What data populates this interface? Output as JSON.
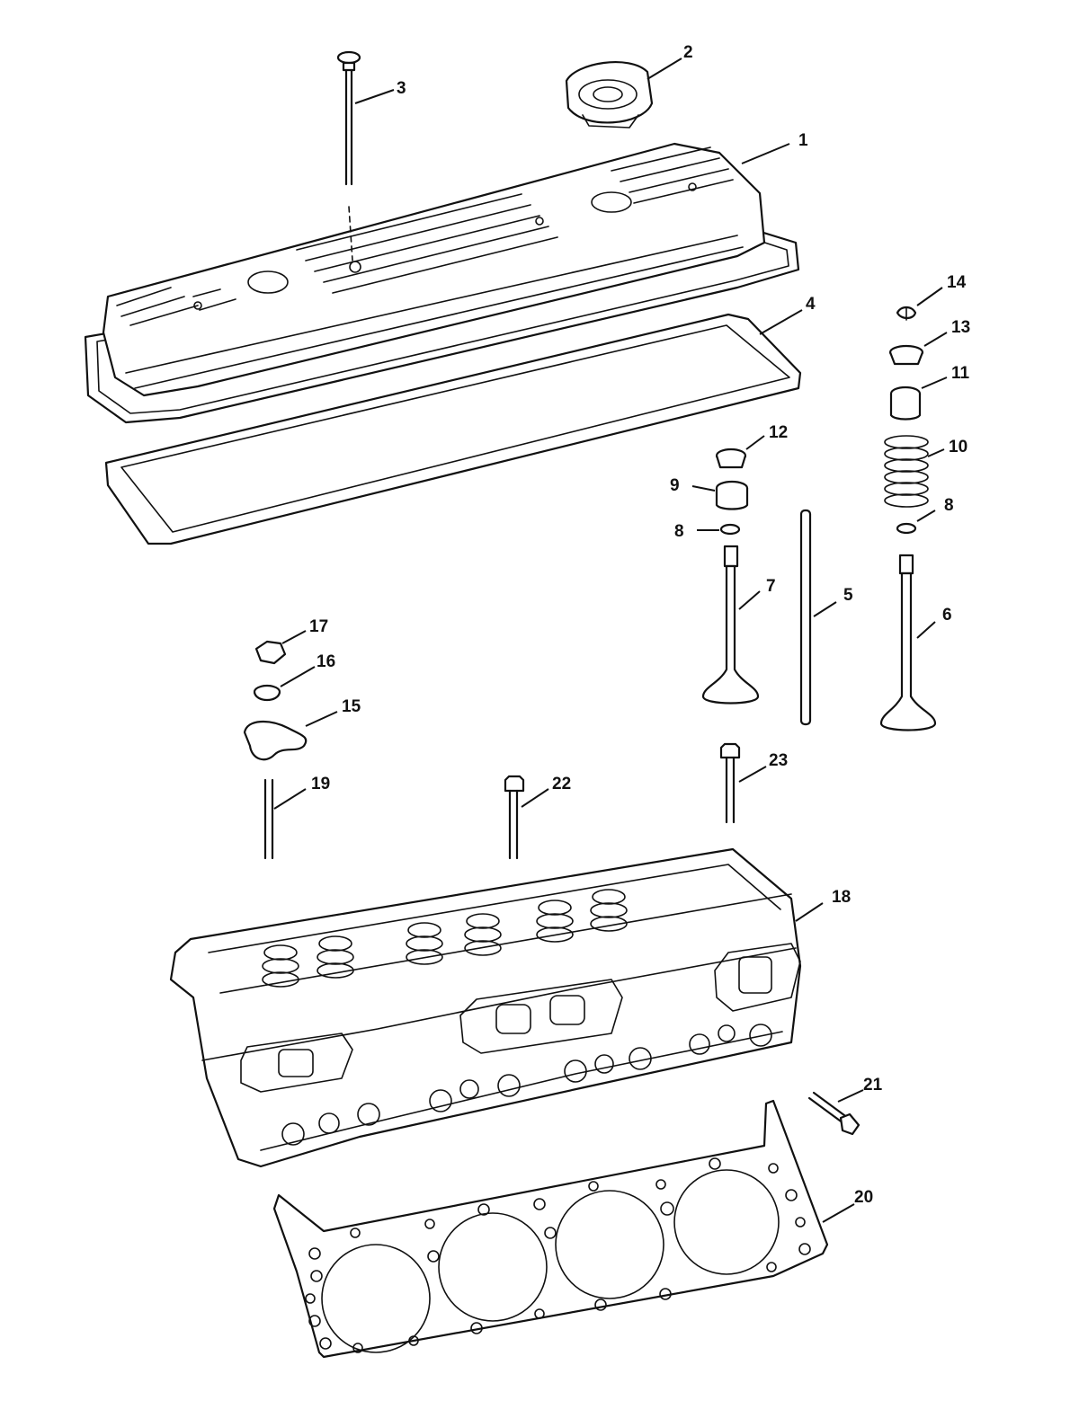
{
  "colors": {
    "line": "#111111",
    "background": "#ffffff"
  },
  "callouts": [
    {
      "id": "cover",
      "label": "1"
    },
    {
      "id": "oil-cap",
      "label": "2"
    },
    {
      "id": "cover-bolt",
      "label": "3"
    },
    {
      "id": "cover-gasket",
      "label": "4"
    },
    {
      "id": "push-rod",
      "label": "5"
    },
    {
      "id": "valve-right",
      "label": "6"
    },
    {
      "id": "valve-left",
      "label": "7"
    },
    {
      "id": "seal-left",
      "label": "8"
    },
    {
      "id": "seal-right",
      "label": "8"
    },
    {
      "id": "shield-left",
      "label": "9"
    },
    {
      "id": "spring",
      "label": "10"
    },
    {
      "id": "shield-right",
      "label": "11"
    },
    {
      "id": "cap-left",
      "label": "12"
    },
    {
      "id": "cap-right",
      "label": "13"
    },
    {
      "id": "key",
      "label": "14"
    },
    {
      "id": "rocker-arm",
      "label": "15"
    },
    {
      "id": "ball",
      "label": "16"
    },
    {
      "id": "nut",
      "label": "17"
    },
    {
      "id": "cylinder-head",
      "label": "18"
    },
    {
      "id": "stud",
      "label": "19"
    },
    {
      "id": "head-gasket",
      "label": "20"
    },
    {
      "id": "bolt-21",
      "label": "21"
    },
    {
      "id": "bolt-22",
      "label": "22"
    },
    {
      "id": "bolt-23",
      "label": "23"
    }
  ]
}
